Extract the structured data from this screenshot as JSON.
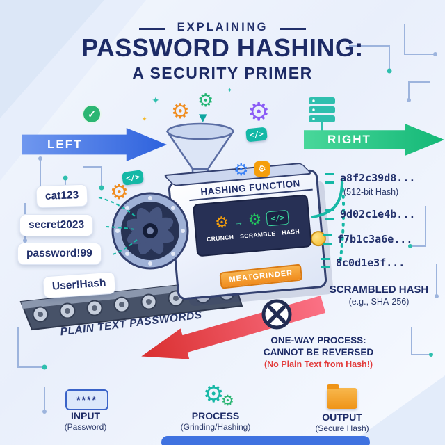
{
  "title": {
    "kicker": "EXPLAINING",
    "main": "PASSWORD HASHING:",
    "sub": "A SECURITY PRIMER"
  },
  "flow": {
    "left_arrow": "LEFT",
    "right_arrow": "RIGHT"
  },
  "machine": {
    "name": "HASHING FUNCTION",
    "steps": [
      "CRUNCH",
      "SCRAMBLE",
      "HASH"
    ],
    "brand": "MEATGRINDER",
    "screen_code": "</>"
  },
  "passwords": [
    "cat123",
    "secret2023",
    "password!99",
    "User!Hash"
  ],
  "conveyor": {
    "label": "PLAIN TEXT PASSWORDS"
  },
  "hashes": {
    "rows": [
      "a8f2c39d8...",
      "9d02c1e4b...",
      "f7b1c3a6e...",
      "8c0d1e3f..."
    ],
    "bit_note": "(512-bit Hash)",
    "title": "SCRAMBLED HASH",
    "subtitle": "(e.g., SHA-256)"
  },
  "one_way": {
    "line1": "ONE-WAY PROCESS:",
    "line2": "CANNOT BE REVERSED",
    "line3": "(No Plain Text from Hash!)"
  },
  "legend": {
    "input": {
      "label": "INPUT",
      "sub": "(Password)",
      "mask": "****"
    },
    "process": {
      "label": "PROCESS",
      "sub": "(Grinding/Hashing)"
    },
    "output": {
      "label": "OUTPUT",
      "sub": "(Secure Hash)"
    }
  },
  "icons": {
    "gear": "⚙",
    "check": "✓",
    "sparkle": "✦",
    "down_arrow": "▼",
    "flow_arrow": "→",
    "code": "</>"
  },
  "colors": {
    "navy": "#1d2b66",
    "blue": "#2e62dd",
    "green": "#14b877",
    "teal": "#17b8a6",
    "orange": "#f59e0b",
    "red": "#e23b3b",
    "purple": "#8b5cf6"
  }
}
